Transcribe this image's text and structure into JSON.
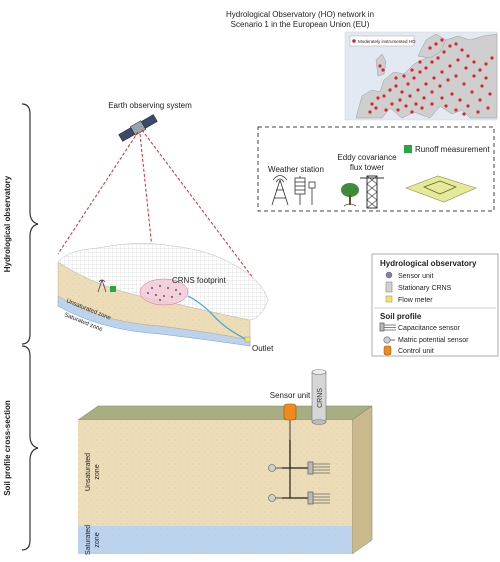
{
  "map": {
    "title_line1": "Hydrological Observatory (HO) network in",
    "title_line2": "Scenario 1 in the European Union (EU)",
    "legend": "Moderately instrumented HO"
  },
  "satellite_label": "Earth observing system",
  "instruments": {
    "weather": "Weather station",
    "eddy_line1": "Eddy covariance",
    "eddy_line2": "flux tower",
    "runoff": "Runoff measurement"
  },
  "catchment": {
    "footprint": "CRNS footprint",
    "unsaturated": "Unsaturated zone",
    "saturated": "Saturated zone",
    "outlet": "Outlet"
  },
  "legend_box": {
    "ho_title": "Hydrological observatory",
    "ho_items": [
      "Sensor unit",
      "Stationary CRNS",
      "Flow meter"
    ],
    "soil_title": "Soil profile",
    "soil_items": [
      "Capacitance sensor",
      "Matric potential sensor",
      "Control unit"
    ]
  },
  "brackets": {
    "top": "Hydrological observatory",
    "bottom": "Soil profile cross-section"
  },
  "cross_section": {
    "sensor_unit": "Sensor unit",
    "crns": "CRNS",
    "unsat_line1": "Unsaturated",
    "unsat_line2": "zone",
    "sat_line1": "Saturated",
    "sat_line2": "zone"
  },
  "colors": {
    "ho_dot": "#d9262b",
    "soil": "#ecdcb8",
    "saturated": "#bcd3ee",
    "flow_meter": "#f2e85a",
    "control_unit": "#f08a1c",
    "runoff_square": "#27a648",
    "river": "#3aa6d8"
  }
}
